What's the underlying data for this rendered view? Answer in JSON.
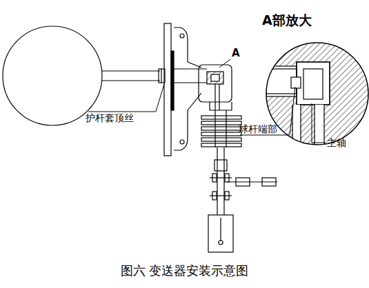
{
  "diagram": {
    "caption": "图六 变送器安装示意图",
    "labels": [
      "A部放大",
      "A",
      "护杆套顶丝",
      "球杆端部",
      "主轴"
    ]
  }
}
